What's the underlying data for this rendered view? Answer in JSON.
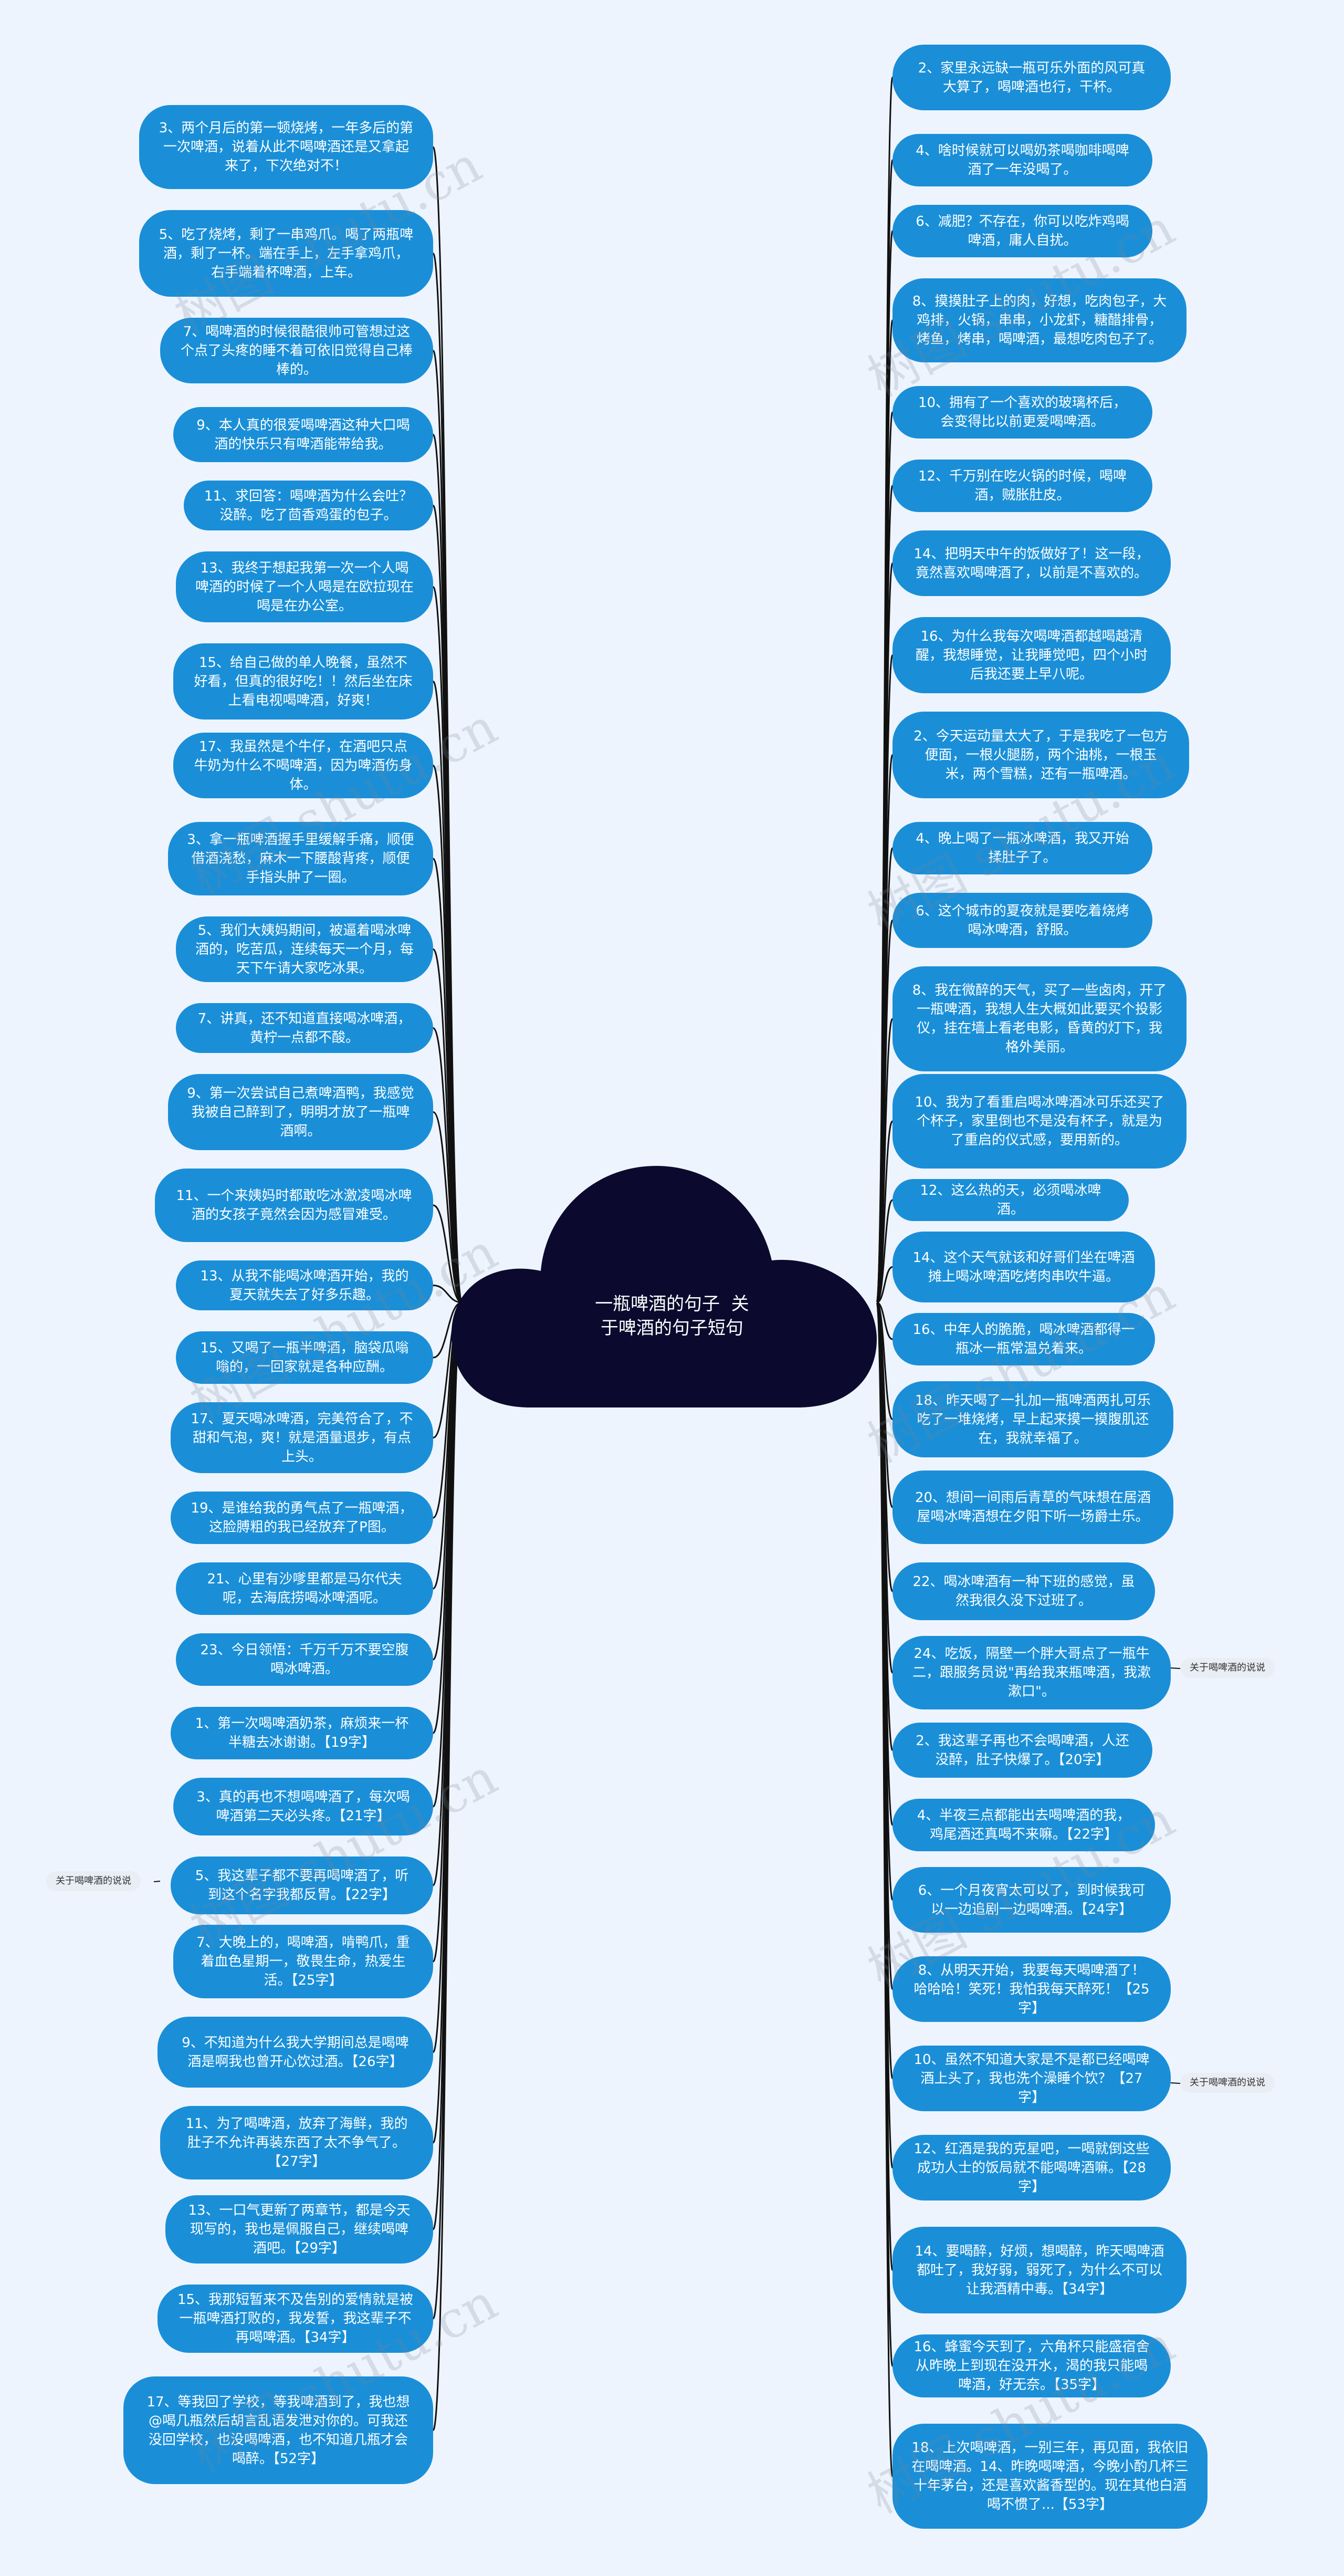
{
  "center": {
    "title": "一瓶啤酒的句子  关于啤酒的句子短句"
  },
  "watermark": "树图 shutu.cn",
  "left_nodes": [
    {
      "text": "3、两个月后的第一顿烧烤，一年多后的第一次啤酒，说着从此不喝啤酒还是又拿起来了，下次绝对不！"
    },
    {
      "text": "5、吃了烧烤，剩了一串鸡爪。喝了两瓶啤酒，剩了一杯。端在手上，左手拿鸡爪，右手端着杯啤酒，上车。"
    },
    {
      "text": "7、喝啤酒的时候很酷很帅可管想过这个点了头疼的睡不着可依旧觉得自己棒棒的。"
    },
    {
      "text": "9、本人真的很爱喝啤酒这种大口喝酒的快乐只有啤酒能带给我。"
    },
    {
      "text": "11、求回答：喝啤酒为什么会吐？没醉。吃了茴香鸡蛋的包子。"
    },
    {
      "text": "13、我终于想起我第一次一个人喝啤酒的时候了一个人喝是在欧拉现在喝是在办公室。"
    },
    {
      "text": "15、给自己做的单人晚餐，虽然不好看，但真的很好吃！！然后坐在床上看电视喝啤酒，好爽！"
    },
    {
      "text": "17、我虽然是个牛仔，在酒吧只点牛奶为什么不喝啤酒，因为啤酒伤身体。"
    },
    {
      "text": "3、拿一瓶啤酒握手里缓解手痛，顺便借酒浇愁，麻木一下腰酸背疼，顺便手指头肿了一圈。"
    },
    {
      "text": "5、我们大姨妈期间，被逼着喝冰啤酒的，吃苦瓜，连续每天一个月，每天下午请大家吃冰果。"
    },
    {
      "text": "7、讲真，还不知道直接喝冰啤酒，黄柠一点都不酸。"
    },
    {
      "text": "9、第一次尝试自己煮啤酒鸭，我感觉我被自己醉到了，明明才放了一瓶啤酒啊。"
    },
    {
      "text": "11、一个来姨妈时都敢吃冰激凌喝冰啤酒的女孩子竟然会因为感冒难受。"
    },
    {
      "text": "13、从我不能喝冰啤酒开始，我的夏天就失去了好多乐趣。"
    },
    {
      "text": "15、又喝了一瓶半啤酒，脑袋瓜嗡嗡的，一回家就是各种应酬。"
    },
    {
      "text": "17、夏天喝冰啤酒，完美符合了，不甜和气泡，爽！就是酒量退步，有点上头。"
    },
    {
      "text": "19、是谁给我的勇气点了一瓶啤酒，这脸膊粗的我已经放弃了P图。"
    },
    {
      "text": "21、心里有沙嗲里都是马尔代夫呢，去海底捞喝冰啤酒呢。"
    },
    {
      "text": "23、今日领悟：千万千万不要空腹喝冰啤酒。"
    },
    {
      "text": "1、第一次喝啤酒奶茶，麻烦来一杯半糖去冰谢谢。【19字】"
    },
    {
      "text": "3、真的再也不想喝啤酒了，每次喝啤酒第二天必头疼。【21字】"
    },
    {
      "text": "5、我这辈子都不要再喝啤酒了，听到这个名字我都反胃。【22字】"
    },
    {
      "text": "7、大晚上的，喝啤酒，啃鸭爪，重着血色星期一，敬畏生命，热爱生活。【25字】"
    },
    {
      "text": "9、不知道为什么我大学期间总是喝啤酒是啊我也曾开心饮过酒。【26字】"
    },
    {
      "text": "11、为了喝啤酒，放弃了海鲜，我的肚子不允许再装东西了太不争气了。【27字】"
    },
    {
      "text": "13、一口气更新了两章节，都是今天现写的，我也是佩服自己，继续喝啤酒吧。【29字】"
    },
    {
      "text": "15、我那短暂来不及告别的爱情就是被一瓶啤酒打败的，我发誓，我这辈子不再喝啤酒。【34字】"
    },
    {
      "text": "17、等我回了学校，等我啤酒到了，我也想@喝几瓶然后胡言乱语发泄对你的。可我还没回学校，也没喝啤酒，也不知道几瓶才会喝醉。【52字】"
    }
  ],
  "right_nodes": [
    {
      "text": "2、家里永远缺一瓶可乐外面的风可真大算了，喝啤酒也行，干杯。"
    },
    {
      "text": "4、啥时候就可以喝奶茶喝咖啡喝啤酒了一年没喝了。"
    },
    {
      "text": "6、减肥？不存在，你可以吃炸鸡喝啤酒，庸人自扰。"
    },
    {
      "text": "8、摸摸肚子上的肉，好想，吃肉包子，大鸡排，火锅，串串，小龙虾，糖醋排骨，烤鱼，烤串，喝啤酒，最想吃肉包子了。"
    },
    {
      "text": "10、拥有了一个喜欢的玻璃杯后，会变得比以前更爱喝啤酒。"
    },
    {
      "text": "12、千万别在吃火锅的时候，喝啤酒，贼胀肚皮。"
    },
    {
      "text": "14、把明天中午的饭做好了！这一段，竟然喜欢喝啤酒了，以前是不喜欢的。"
    },
    {
      "text": "16、为什么我每次喝啤酒都越喝越清醒，我想睡觉，让我睡觉吧，四个小时后我还要上早八呢。"
    },
    {
      "text": "2、今天运动量太大了，于是我吃了一包方便面，一根火腿肠，两个油桃，一根玉米，两个雪糕，还有一瓶啤酒。"
    },
    {
      "text": "4、晚上喝了一瓶冰啤酒，我又开始揉肚子了。"
    },
    {
      "text": "6、这个城市的夏夜就是要吃着烧烤喝冰啤酒，舒服。"
    },
    {
      "text": "8、我在微醉的天气，买了一些卤肉，开了一瓶啤酒，我想人生大概如此要买个投影仪，挂在墙上看老电影，昏黄的灯下，我格外美丽。"
    },
    {
      "text": "10、我为了看重启喝冰啤酒冰可乐还买了个杯子，家里倒也不是没有杯子，就是为了重启的仪式感，要用新的。"
    },
    {
      "text": "12、这么热的天，必须喝冰啤酒。"
    },
    {
      "text": "14、这个天气就该和好哥们坐在啤酒摊上喝冰啤酒吃烤肉串吹牛逼。"
    },
    {
      "text": "16、中年人的脆脆，喝冰啤酒都得一瓶冰一瓶常温兑着来。"
    },
    {
      "text": "18、昨天喝了一扎加一瓶啤酒两扎可乐吃了一堆烧烤，早上起来摸一摸腹肌还在，我就幸福了。"
    },
    {
      "text": "20、想间一间雨后青草的气味想在居酒屋喝冰啤酒想在夕阳下听一场爵士乐。"
    },
    {
      "text": "22、喝冰啤酒有一种下班的感觉，虽然我很久没下过班了。"
    },
    {
      "text": "24、吃饭，隔壁一个胖大哥点了一瓶牛二，跟服务员说\"再给我来瓶啤酒，我漱漱口\"。"
    },
    {
      "text": "2、我这辈子再也不会喝啤酒，人还没醉，肚子快爆了。【20字】"
    },
    {
      "text": "4、半夜三点都能出去喝啤酒的我，鸡尾酒还真喝不来嘛。【22字】"
    },
    {
      "text": "6、一个月夜宵太可以了，到时候我可以一边追剧一边喝啤酒。【24字】"
    },
    {
      "text": "8、从明天开始，我要每天喝啤酒了！哈哈哈！笑死！我怕我每天醉死！【25字】"
    },
    {
      "text": "10、虽然不知道大家是不是都已经喝啤酒上头了，我也洗个澡睡个饮？【27字】"
    },
    {
      "text": "12、红酒是我的克星吧，一喝就倒这些成功人士的饭局就不能喝啤酒嘛。【28字】"
    },
    {
      "text": "14、要喝醉，好烦，想喝醉，昨天喝啤酒都吐了，我好弱，弱死了，为什么不可以让我酒精中毒。【34字】"
    },
    {
      "text": "16、蜂蜜今天到了，六角杯只能盛宿舍从昨晚上到现在没开水，渴的我只能喝啤酒，好无奈。【35字】"
    },
    {
      "text": "18、上次喝啤酒，一别三年，再见面，我依旧在喝啤酒。14、昨晚喝啤酒，今晚小酌几杯三十年茅台，还是喜欢酱香型的。现在其他白酒喝不惯了...【53字】"
    }
  ],
  "tags": [
    {
      "label": "关于喝啤酒的说说"
    },
    {
      "label": "关于喝啤酒的说说"
    },
    {
      "label": "关于喝啤酒的说说"
    }
  ],
  "colors": {
    "node": "#1a8fd8",
    "center": "#0b0a2e",
    "link": "#111111",
    "background": "#eef4fd"
  }
}
